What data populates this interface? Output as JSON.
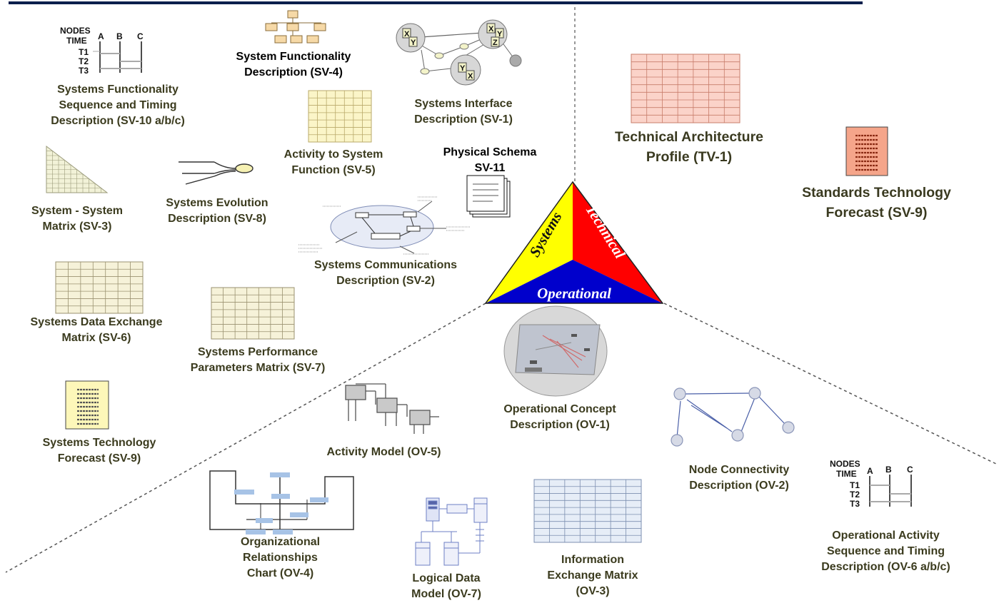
{
  "triangle": {
    "systems_label": "Systems",
    "technical_label": "Technical",
    "operational_label": "Operational",
    "colors": {
      "systems": "#ffff00",
      "technical": "#ff0000",
      "operational": "#0000cc"
    }
  },
  "sequence_diagram": {
    "nodes_label": "NODES",
    "time_label": "TIME",
    "cols": [
      "A",
      "B",
      "C"
    ],
    "rows": [
      "T1",
      "T2",
      "T3"
    ]
  },
  "systems_views": {
    "sv10": [
      "Systems Functionality",
      "Sequence and Timing",
      "Description (SV-10  a/b/c)"
    ],
    "sv4": [
      "System Functionality",
      "Description (SV-4)"
    ],
    "sv1": [
      "Systems Interface",
      "Description (SV-1)"
    ],
    "sv5": [
      "Activity  to System",
      "Function (SV-5)"
    ],
    "sv11": [
      "Physical Schema",
      "SV-11"
    ],
    "sv3": [
      "System - System",
      "Matrix (SV-3)"
    ],
    "sv8": [
      "Systems Evolution",
      "Description (SV-8)"
    ],
    "sv2": [
      "Systems Communications",
      "Description (SV-2)"
    ],
    "sv6": [
      "Systems Data Exchange",
      "Matrix (SV-6)"
    ],
    "sv7": [
      "Systems Performance",
      "Parameters Matrix (SV-7)"
    ],
    "sv9": [
      "Systems Technology",
      "Forecast (SV-9)"
    ]
  },
  "technical_views": {
    "tv1": [
      "Technical Architecture",
      "Profile (TV-1)"
    ],
    "sv9": [
      "Standards Technology",
      "Forecast (SV-9)"
    ]
  },
  "operational_views": {
    "ov1": [
      "Operational Concept",
      "Description (OV-1)"
    ],
    "ov5": [
      "Activity Model (OV-5)"
    ],
    "ov2": [
      "Node Connectivity",
      "Description (OV-2)"
    ],
    "ov4": [
      "Organizational",
      "Relationships",
      "Chart (OV-4)"
    ],
    "ov7": [
      "Logical Data",
      "Model (OV-7)"
    ],
    "ov3": [
      "Information",
      "Exchange Matrix",
      "(OV-3)"
    ],
    "ov6": [
      "Operational Activity",
      "Sequence and Timing",
      "Description (OV-6 a/b/c)"
    ]
  },
  "sv1_icon_letters": [
    "X",
    "Y",
    "X",
    "Y",
    "Z",
    "Y",
    "X"
  ]
}
